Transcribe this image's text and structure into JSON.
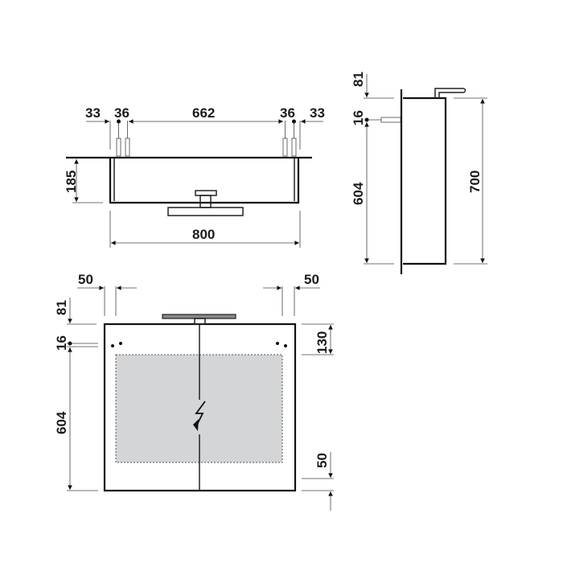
{
  "drawing": {
    "type": "technical-dimension-drawing",
    "subject": "mirror cabinet with light",
    "units": "mm"
  },
  "top_view": {
    "dims": {
      "left_margin": "33",
      "left_anchor_spacing": "36",
      "anchor_distance": "662",
      "right_anchor_spacing": "36",
      "right_margin": "33",
      "depth": "185",
      "width": "800"
    }
  },
  "side_view": {
    "dims": {
      "top_offset": "81",
      "anchor_offset": "16",
      "anchor_to_bottom": "604",
      "height": "700"
    }
  },
  "front_view": {
    "dims": {
      "left_inset": "50",
      "right_inset": "50",
      "top_offset": "81",
      "anchor_offset": "16",
      "anchor_to_bottom": "604",
      "top_band": "130",
      "bottom_band": "50"
    },
    "symbols": [
      "electrical-connection-symbol",
      "mounting-holes",
      "led-light-bar",
      "mirror-area"
    ]
  },
  "colors": {
    "line": "#111111",
    "dim_line": "#444444",
    "mirror_fill": "#d4d5d7",
    "background": "#ffffff"
  }
}
